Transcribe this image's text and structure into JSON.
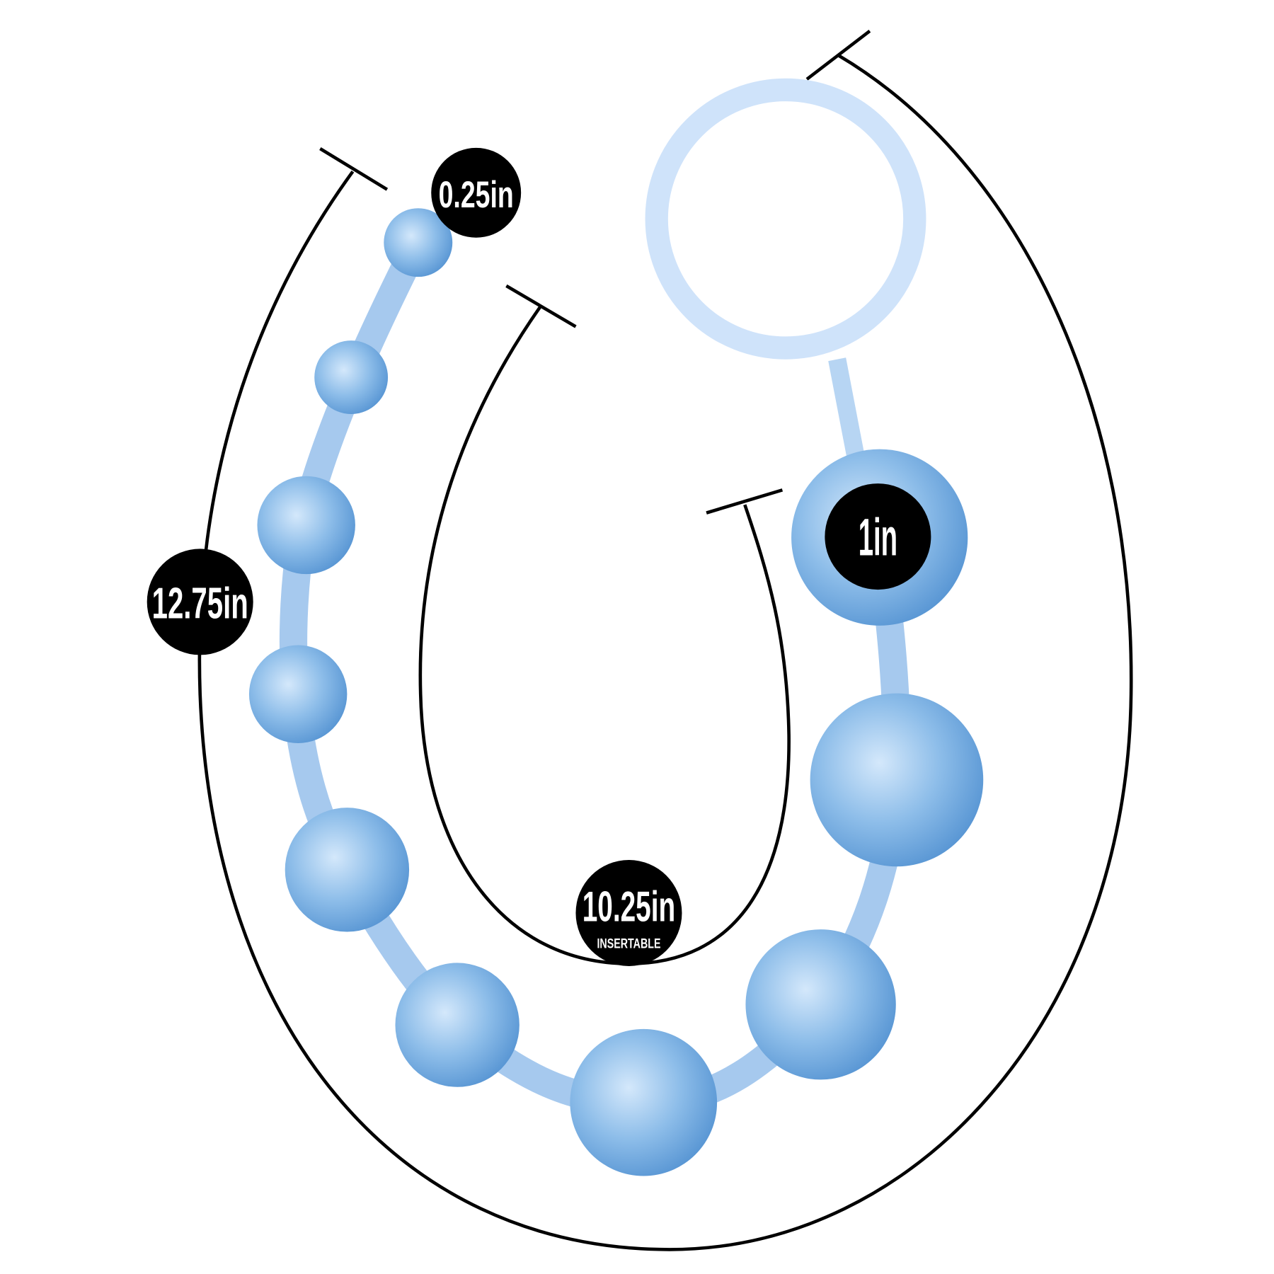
{
  "labels": {
    "tip_diameter": "0.25in",
    "total_length": "12.75in",
    "max_bead_diameter": "1in",
    "insertable_length": "10.25in",
    "insertable_caption": "INSERTABLE"
  },
  "colors": {
    "bead": "#6fa8df",
    "rod": "#9cc4ec",
    "ring": "#cfe3fa",
    "badge": "#000000"
  }
}
